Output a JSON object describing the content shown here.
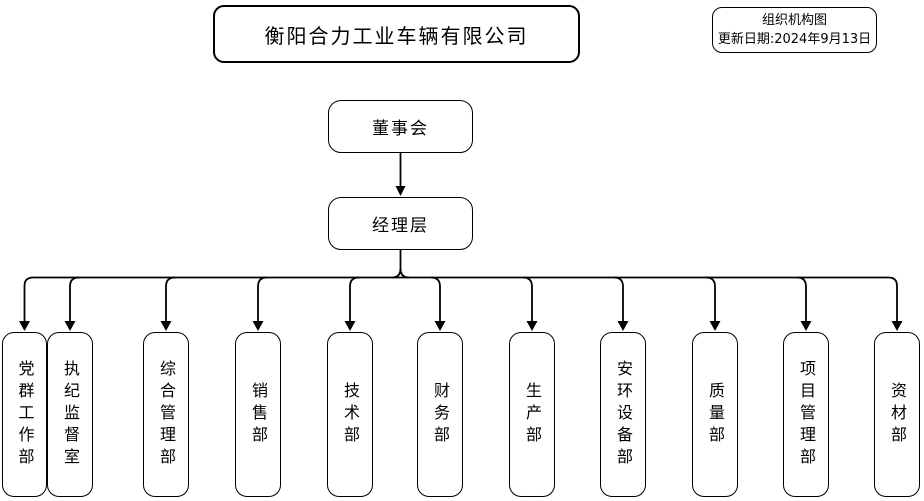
{
  "page": {
    "background_color": "#ffffff",
    "line_color": "#000000",
    "text_color": "#000000"
  },
  "header": {
    "company_title": "衡阳合力工业车辆有限公司",
    "info_box": {
      "line1": "组织机构图",
      "line2": "更新日期:2024年9月13日"
    }
  },
  "hierarchy": {
    "top_label": "董事会",
    "middle_label": "经理层"
  },
  "departments": [
    {
      "label": "党群工作部"
    },
    {
      "label": "执纪监督室"
    },
    {
      "label": "综合管理部"
    },
    {
      "label": "销售部"
    },
    {
      "label": "技术部"
    },
    {
      "label": "财务部"
    },
    {
      "label": "生产部"
    },
    {
      "label": "安环设备部"
    },
    {
      "label": "质量部"
    },
    {
      "label": "项目管理部"
    },
    {
      "label": "资材部"
    }
  ]
}
